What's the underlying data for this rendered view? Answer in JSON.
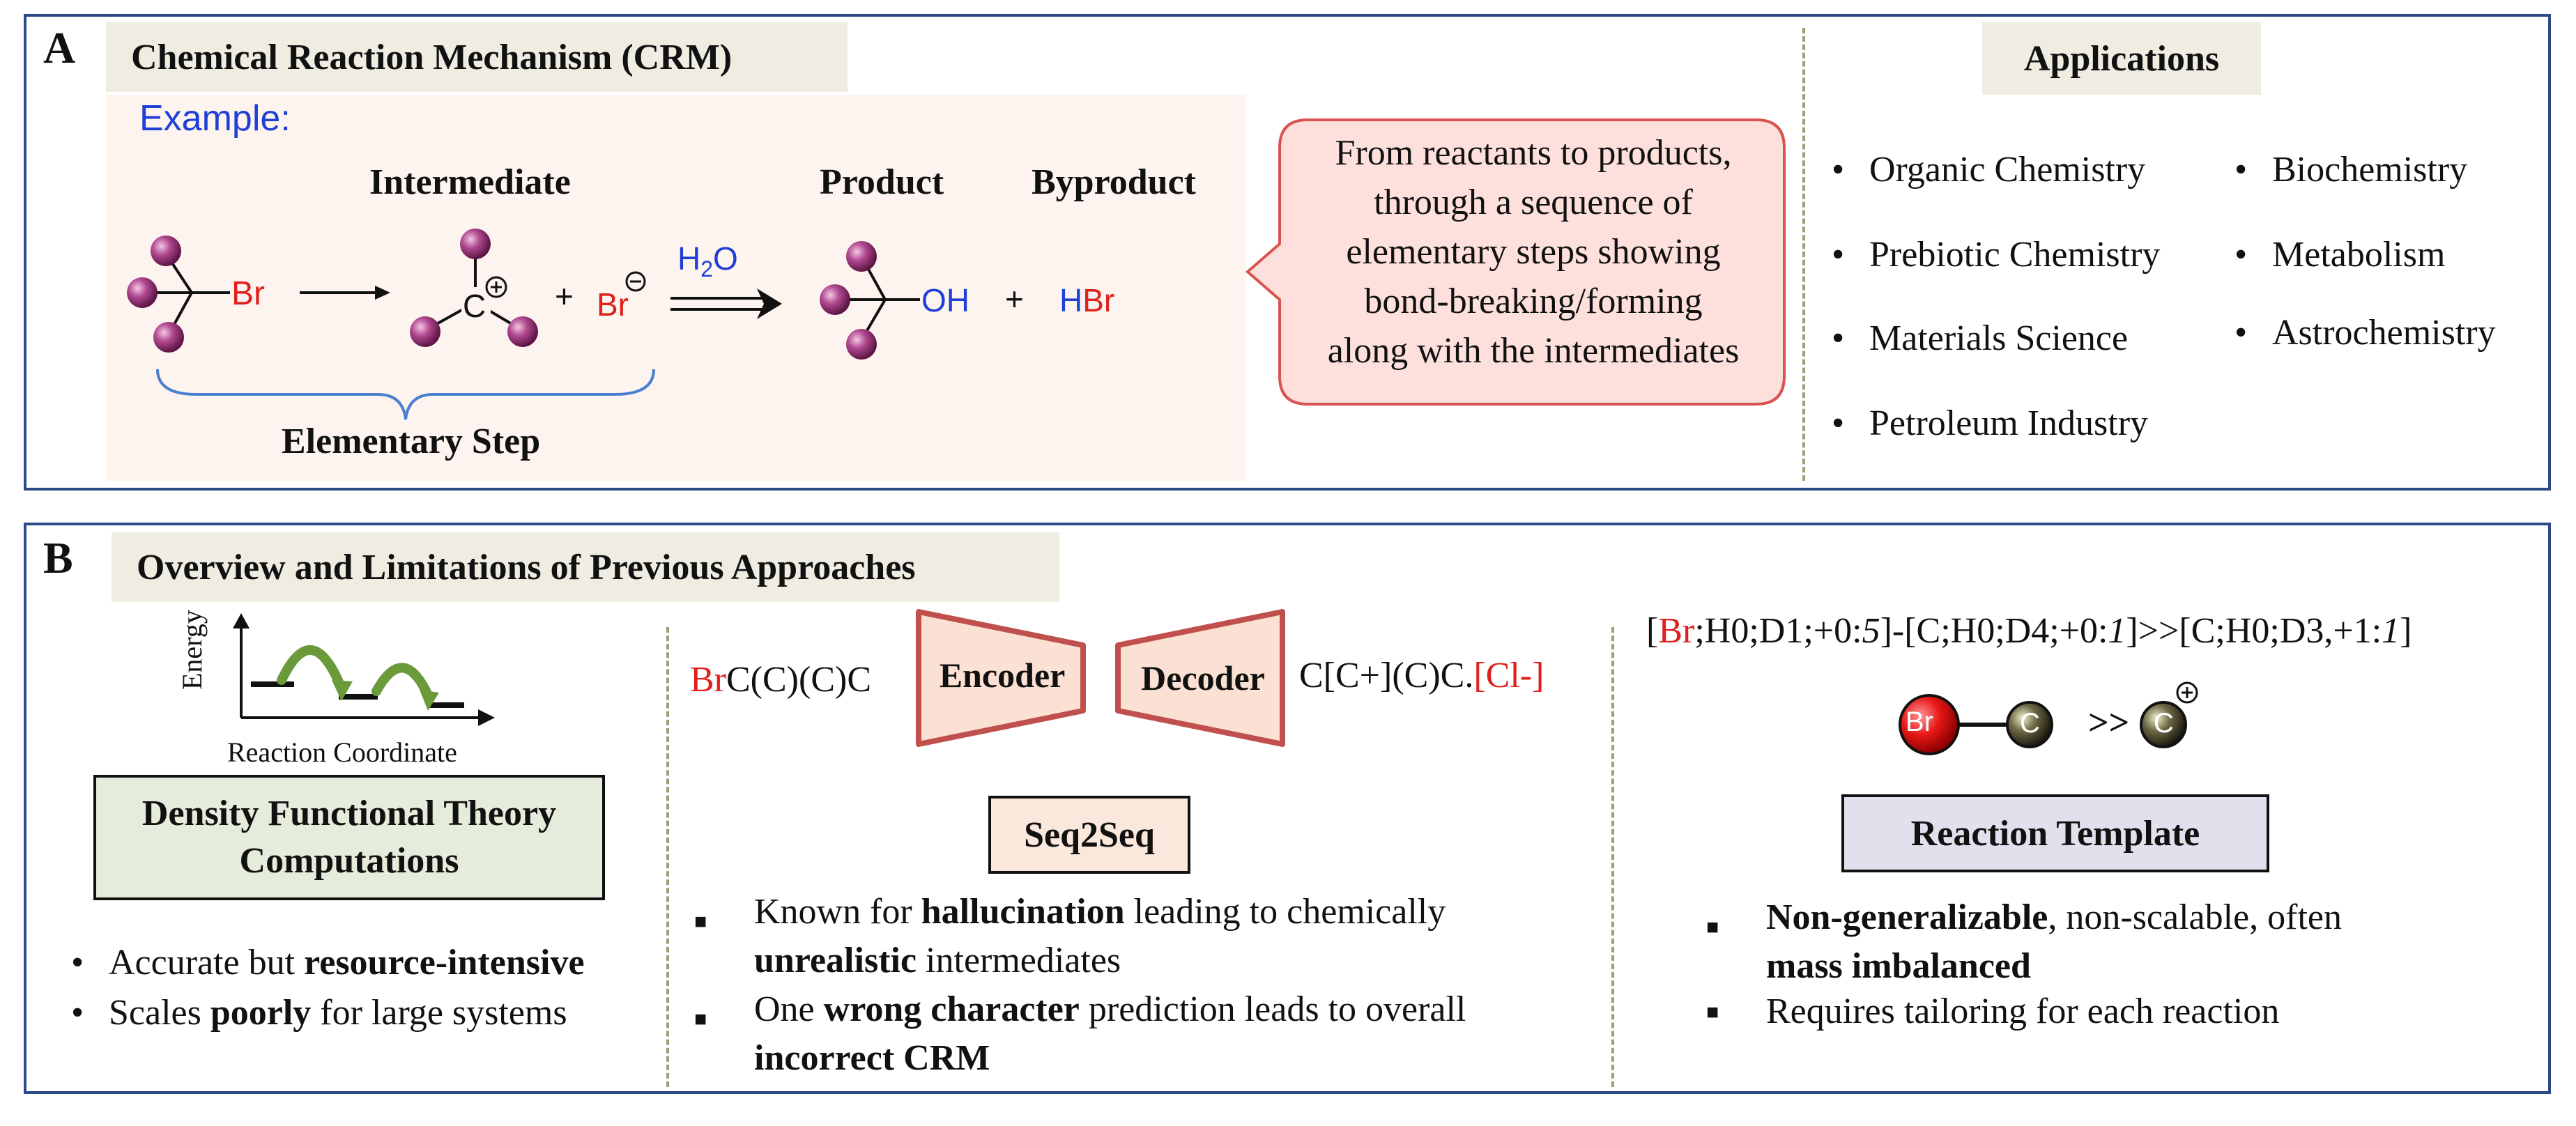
{
  "panel_a": {
    "letter": "A",
    "title": "Chemical Reaction Mechanism (CRM)",
    "example_label": "Example:",
    "intermediate_label": "Intermediate",
    "product_label": "Product",
    "byproduct_label": "Byproduct",
    "elementary_step_label": "Elementary Step",
    "reactant_br": "Br",
    "carbocation_c": "C",
    "plus_1": "+",
    "bromide": "Br",
    "water_h": "H",
    "water_sub": "2",
    "water_o": "O",
    "product_oh": "OH",
    "plus_2": "+",
    "hbr_h": "H",
    "hbr_br": "Br",
    "bubble_lines": [
      "From reactants to products,",
      "through a sequence of",
      "elementary steps showing",
      "bond-breaking/forming",
      "along with the intermediates"
    ],
    "applications_title": "Applications",
    "applications_left": [
      "Organic Chemistry",
      "Prebiotic Chemistry",
      "Materials Science",
      "Petroleum Industry"
    ],
    "applications_right": [
      "Biochemistry",
      "Metabolism",
      "Astrochemistry"
    ]
  },
  "panel_b": {
    "letter": "B",
    "title": "Overview and Limitations of Previous Approaches",
    "energy_axis": "Energy",
    "reaction_coord_axis": "Reaction Coordinate",
    "dft_box_line1": "Density Functional Theory",
    "dft_box_line2": "Computations",
    "dft_bullet1_pre": "Accurate but ",
    "dft_bullet1_bold": "resource-intensive",
    "dft_bullet2_pre": "Scales ",
    "dft_bullet2_bold": "poorly",
    "dft_bullet2_post": " for large systems",
    "seq_input_red": "Br",
    "seq_input_rest": "C(C)(C)C",
    "encoder": "Encoder",
    "decoder": "Decoder",
    "seq_output_rest": "C[C+](C)C.",
    "seq_output_red": "[Cl-]",
    "seq2seq_label": "Seq2Seq",
    "seq_b1_pre": "Known for ",
    "seq_b1_bold": "hallucination",
    "seq_b1_post": " leading to chemically",
    "seq_b1_l2_bold": "unrealistic",
    "seq_b1_l2_post": " intermediates",
    "seq_b2_pre": "One ",
    "seq_b2_bold": "wrong character",
    "seq_b2_post": " prediction leads to overall",
    "seq_b2_l2_bold": "incorrect CRM",
    "template_p1": "[",
    "template_br": "Br",
    "template_p2": ";H0;D1;+0:",
    "template_5": "5",
    "template_p3": "]-[C;H0;D4;+0:",
    "template_1a": "1",
    "template_p4": "]>>[C;H0;D3,+1:",
    "template_1b": "1",
    "template_p5": "]",
    "atom_br": "Br",
    "atom_c1": "C",
    "atom_gg": ">>",
    "atom_c2": "C",
    "template_label": "Reaction Template",
    "tpl_b1_bold": "Non-generalizable",
    "tpl_b1_post": ", non-scalable, often",
    "tpl_b1_l2_bold": "mass imbalanced",
    "tpl_b2": "Requires tailoring for each reaction"
  },
  "colors": {
    "panel_border": "#2c4a86",
    "title_bg": "#efece2",
    "example_bg": "#fdf4ef",
    "bubble_bg": "#fde0dc",
    "bubble_border": "#d9534f",
    "enc_fill": "#fbe1d3",
    "enc_border": "#c0504d",
    "dft_box_bg": "#e6ecdb",
    "seq_box_bg": "#fbe8dc",
    "tpl_box_bg": "#e3e0ee",
    "atom_purple": "#a0307a",
    "red": "#e0201c",
    "blue": "#1f3fd6"
  }
}
